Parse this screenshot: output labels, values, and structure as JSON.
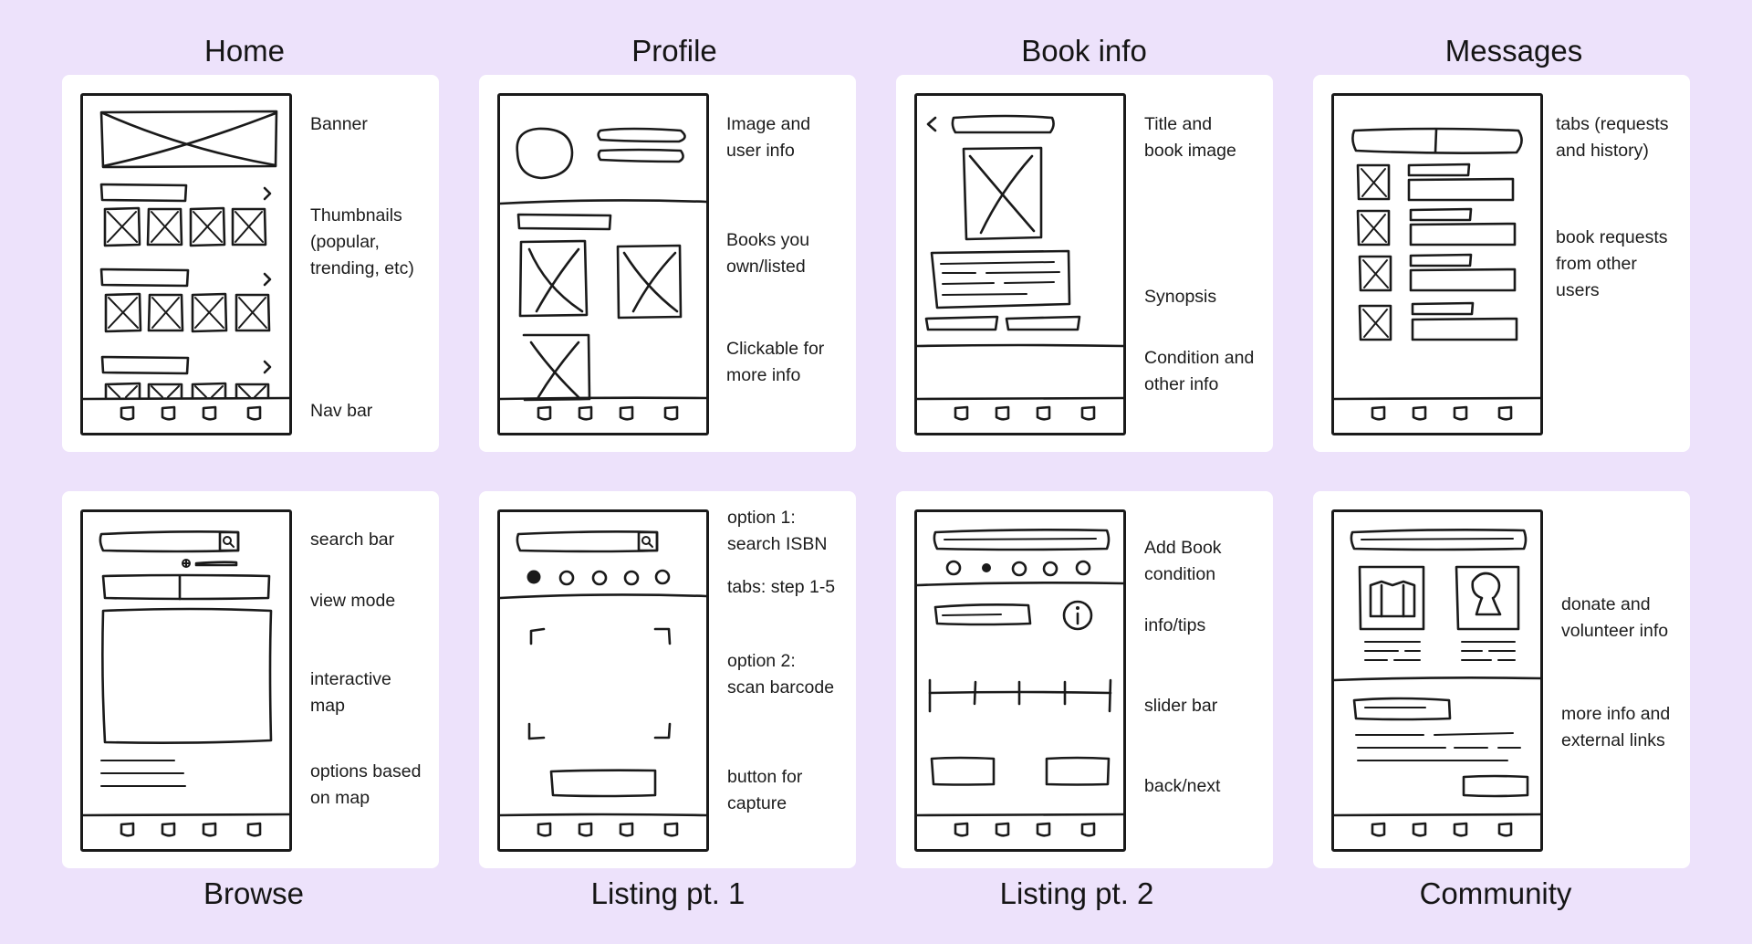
{
  "screens": [
    {
      "title": "Home",
      "notes": [
        "Banner",
        "Thumbnails\n(popular,\ntrending, etc)",
        "Nav bar"
      ]
    },
    {
      "title": "Profile",
      "notes": [
        "Image and\nuser info",
        "Books you\nown/listed",
        "Clickable for\nmore info"
      ]
    },
    {
      "title": "Book info",
      "notes": [
        "Title and\nbook image",
        "Synopsis",
        "Condition and\nother info"
      ]
    },
    {
      "title": "Messages",
      "notes": [
        "tabs (requests\nand history)",
        "book requests\nfrom other\nusers"
      ]
    },
    {
      "title": "Browse",
      "notes": [
        "search bar",
        "view mode",
        "interactive\nmap",
        "options based\non map"
      ]
    },
    {
      "title": "Listing pt. 1",
      "notes": [
        "option 1:\nsearch ISBN",
        "tabs: step 1-5",
        "option 2:\nscan barcode",
        "button for\ncapture"
      ]
    },
    {
      "title": "Listing pt. 2",
      "notes": [
        "Add Book\ncondition",
        "info/tips",
        "slider bar",
        "back/next"
      ]
    },
    {
      "title": "Community",
      "notes": [
        "donate and\nvolunteer info",
        "more info and\nexternal links"
      ]
    }
  ]
}
